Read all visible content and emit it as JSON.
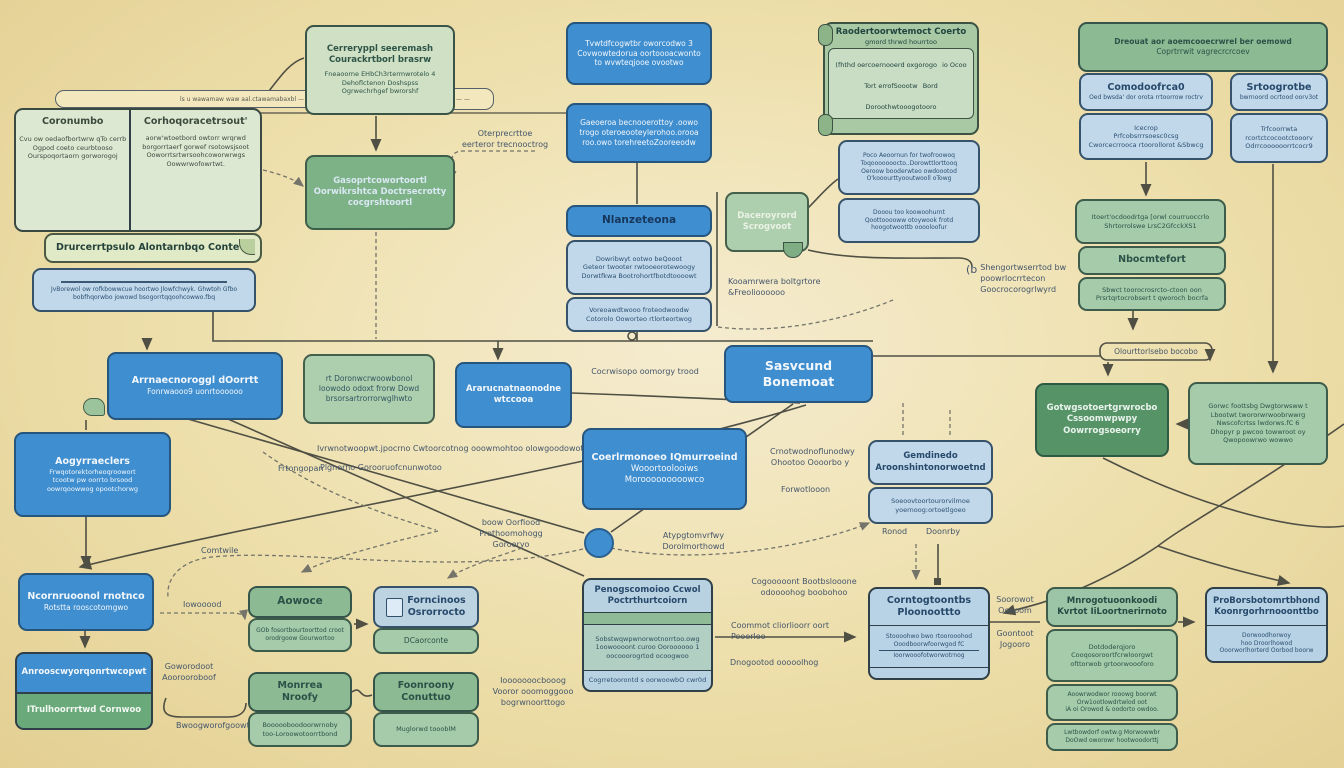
{
  "diagram": {
    "background": "#eee0ad",
    "colors": {
      "blue": "#3f8ed0",
      "light_blue": "#c0d8ea",
      "medium_green": "#7db287",
      "light_green": "#aecfae",
      "pale_green": "#dde8d3",
      "dark_green": "#569468",
      "line": "#4f4f44",
      "label_text": "#44566b"
    },
    "icons": {
      "corner_fold": "corner-fold-icon",
      "scroll_curl": "scroll-curl-icon",
      "document": "document-icon",
      "ribbon_curl": "ribbon-curl-icon",
      "dot": "connector-dot"
    },
    "nodes": {
      "tab_strip": "ls u wawamaw waw aal.ctawamabaxbl —",
      "tab_small": "— —",
      "corona_left": {
        "title": "Coronumbo",
        "body": [
          "Cvu ow oedaofbortwrw qTo cerrb",
          "Ogpod coeto ceurbtooso",
          "Ourspoqortaorn gorworogoj"
        ]
      },
      "corona_right": {
        "title": "Corhoqoracetrsout'",
        "body": [
          "aorw'wtoetbord owtorr wrqrwd",
          "borgorrtaerf gorwef rsotowsjsoot",
          "Ooworrtsrtwrsoohcoworwrwgs",
          "Oowwrwofowrtwt."
        ]
      },
      "ribbon": {
        "title": "Drurcerrtpsulo Alontarnbqo Conte"
      },
      "note": {
        "body": [
          "JvBorewol ow rofkbowwcue hoortwo Jlowfchwyk. Ghwtoh Gfbo",
          "bobfhqorwbo jowowd bsogorrtqqoohcowwo.fbq"
        ]
      },
      "green_a": {
        "title": [
          "Cerreryppl seeremash",
          "Courackrtborl brasrw"
        ],
        "body": [
          "Fneaoorne EHbCh3rtermwrotelo 4",
          "Dehoflctenon Doshspss",
          "Ogrwechrhgef bwrorshf"
        ]
      },
      "green_b": {
        "body": [
          "Gasoprtcowortoortl",
          "Oorwikrshtca Doctrsecrotty",
          "cocgrshtoortl"
        ]
      },
      "blue_1": {
        "body": [
          "Tvwtdfcogwtbr oworcodwo 3",
          "Covwowtedorua oortoooacwonto",
          "to wvwteqjooe ovootwo"
        ]
      },
      "blue_2": {
        "body": [
          "Gaeoeroa becnooerottoy .oowo",
          "trogo oteroeooteylerohoo.orooa",
          "roo.owo torehreetoZooreeodw"
        ]
      },
      "nav_header": {
        "title": "Nlanzeteona"
      },
      "nav_body_1": {
        "body": [
          "Dowribwyt ootwo beQooot",
          "Geteor twooter rwtooeorotewoogy",
          "Dorwtfkwa Bootrohortfbotdtoooowt"
        ]
      },
      "nav_body_2": {
        "body": [
          "Voreoawdtwooo froteodwoodw",
          "Cotorolo Ooworteo rtlorteortwog"
        ]
      },
      "scroll": {
        "title": [
          "Raodertoorwtemoct Coerto",
          "gmord thrwd hourrtoo"
        ],
        "body": [
          "(fhthd oercoernooerd oxgorogo",
          "io  Ocoo Tort errofSoootw",
          "Bord Doroothwtooogotooro"
        ]
      },
      "info_a": {
        "body": [
          "Poco Aeoornun for twofroowoq",
          "Toqooooooocto..Dorowttlorttooq",
          "Oeroow booderwteo owdoootod",
          "O'kooourttyooutwooll oTowg"
        ]
      },
      "info_b": {
        "body": [
          "Dooou too koowoohurnt",
          "Qoottooooww otoywook frotd",
          "hoogotwoottb ooooloofur"
        ]
      },
      "pace": {
        "body": [
          "Daceroyrord",
          "Scrogvoot"
        ]
      },
      "tr_header": {
        "body": [
          "Dreouat aor aoemcooecrwrel ber oemowd",
          "Coprtrrwit vagrecrcrcoev"
        ]
      },
      "tr_left_head": {
        "title": "Comodoofrca0",
        "sub": "Oed bwsda' dor orota rrtoorrow roctrv"
      },
      "tr_left_body": {
        "body": [
          "Icecrop",
          "Prfcobsrrrsoesc0csg",
          "Cworcecrrooca rtoorollorot &Sbwcg"
        ]
      },
      "tr_right_head": {
        "title": "Srtoogrotbe",
        "sub": "bwrnoord ocrtood oorv3ot"
      },
      "tr_right_body": {
        "body": [
          "Trfcoorrwta",
          "rcortctcocootctooorv",
          "Odrrcoooooorrtcocr9"
        ]
      },
      "tr_green_1": {
        "body": [
          "Itoert'ocdoodrtga [orwl courruoccrlo",
          "Shrtorrolswe LrsC2GfcckXS1"
        ]
      },
      "tr_green_2_head": {
        "title": "Nbocmtefort"
      },
      "tr_green_2_body": {
        "body": [
          "Sbwct toorocrosrcto-ctoon oon",
          "Prsrtqrtocrobsert t qworoch bocrfa"
        ]
      },
      "mid_blue_1": {
        "body": [
          "Arrnaecnoroggl dOorrtt",
          "Fonrwaooo9 uonrtoooooo"
        ]
      },
      "mid_green": {
        "body": [
          "rt Doronwcrwoowbonol",
          "loowodo odoxt frorw Dowd",
          "brsorsartrorrorwglhwto"
        ]
      },
      "mid_blue_2": {
        "body": [
          "Ararucnatnaonodne",
          "wtccooa"
        ]
      },
      "sozvound": {
        "title": "Sasvcund Bonemoat"
      },
      "coerl": {
        "body": [
          "Coerlrmonoeo IQmurroeind",
          "Wooortoolooiws",
          "Morooooooooowco"
        ]
      },
      "left_blue": {
        "body": [
          "Aogyrraeclers",
          "Frwqotorektorheoqroowort",
          "tcootw pw oorrto brsood",
          "oowrqoowwog opootchorwg"
        ]
      },
      "gemd": {
        "title": [
          "Gemdinedo",
          "Aroonshintonorwoetnd"
        ],
        "body": [
          "Soeoovtoortourorvilmoe",
          "yoernoog:ortoetlgoeo"
        ]
      },
      "dark_green": {
        "body": [
          "Gotwgsotoertgrwrocbo",
          "Cssoomwpwpy",
          "Oowrrogsoeorry"
        ]
      },
      "right_green": {
        "body": [
          "Gorwc foottsbg Dwgtorwsww t",
          "Lbootwt twororwrwoobrwwrg",
          "Nwscofcrtss lwdorws.fC 6",
          "Dhopyr p pwcoo towwroot oy",
          "Qwopoowrwo wowwo"
        ]
      },
      "ncorn": {
        "body": [
          "Ncornruoonol rnotnco",
          "Rotstta rooscotomgwo"
        ]
      },
      "anroo": {
        "top": "Anrooscwyorqonrtwcopwt",
        "bottom": "ITrulhoorrrtwd Cornwoo"
      },
      "aowoce": {
        "title": "Aowoce",
        "body": [
          "GOb fosortbourtoorttod croot",
          "orodrgoow Gourwortoo"
        ]
      },
      "ftjb": {
        "title": [
          "Forncinoos",
          "Osrorrocto"
        ],
        "body": "DCaorconte"
      },
      "monna": {
        "title": [
          "Monrrea",
          "Nroofy"
        ],
        "body": [
          "Boooooboodoorwrnoby",
          "too-Loroowotoorrtbond"
        ]
      },
      "foon": {
        "title": [
          "Foonroony",
          "Conuttuo"
        ],
        "body": "Muglorwd toooblM"
      },
      "penog": {
        "title": [
          "Penogscomoioo Ccwol",
          "Poctrthurtcoiorn"
        ],
        "body": [
          "Sobstwqwpwnorwotnorrtoo.owg",
          "1oowoooont curoo Ooroooooo 1",
          "oocooorogrtod ocoogwoo"
        ],
        "footer": "Cogrretoorontd s oorwoowbO cwr0d"
      },
      "comtog": {
        "title": [
          "Corntogtoontbs",
          "Ploonoottto"
        ],
        "body": [
          "Stoooohwo bwo rtoorooohod",
          "Ooodboorwfoorwgod fC",
          "Ioorwooofotworwotrnog"
        ]
      },
      "mnrog": {
        "title": [
          "Mnrogotuoonkoodi",
          "Kvrtot IiLoortnerirnoto"
        ],
        "body1": [
          "Dotdoderqjoro",
          "Cooqosoroortfcrwloorgwt",
          "ofttorwob grtoorwoooforo"
        ],
        "body2": [
          "Aoowrwodwor rooowg boorwt",
          "Orw1ootlowdrtwlod oot",
          "iA oi Orowod & oodorto owdoo."
        ],
        "body3": [
          "Lwtbowdorf owtw.g Morwowwbr",
          "DoOwd oworowr hootwoodorttj"
        ]
      },
      "prob": {
        "title": [
          "ProBorsbotomrtbhond",
          "Koonrgorhrnooonttbo"
        ],
        "body": [
          "Dorwoodhorwoy",
          "hoo Droorlhowod",
          "Ooorworlhorterd Oorbod boorw"
        ]
      }
    },
    "labels": {
      "chep": [
        "Oterprecrttoe",
        "eerteror trecnooctrog"
      ],
      "koo": "Kooamrwera boltgrtore &Freolioooooo",
      "sheng_brace": "(b",
      "sheng": [
        "Shengortwserrtod bw",
        "poowrlocrrtecon",
        "Goocrocorogrlwyrd"
      ],
      "olour": "Olourttorlsebo bocobo",
      "ivomo": "Ivrwnotwoopwt.jpocrno Cwtoorcotnog ooowmohtoo olowgoodowot",
      "fron": "Frtongopan",
      "plg": "Plgnorno Gorooruofcnunwotoo",
      "cowr": "Cocrwisopo oomorgy trood",
      "cmot": [
        "Crnotwodnoflunodwy",
        "Ohootoo Oooorbo y"
      ],
      "forw": "Forwotlooon",
      "boow": [
        "boow Oorfiood Prothoomohogg",
        "Gorooryo"
      ],
      "atyp": "Atypgtomvrfwy Dorolmorthowd",
      "como": "Comtwile",
      "iowo": "Iowooood",
      "gowo": [
        "Goworodoot",
        "Aoorooroboof"
      ],
      "bwoo": "Bwoogworofgoowt",
      "iooo": [
        "Iooooooocbooog",
        "Vooror ooomoggooo",
        "bogrwnoorttogo"
      ],
      "cogo": [
        "Cogooooont Bootbslooone",
        "odoooohog boobohoo"
      ],
      "coom": "Coommot cliorlioorr oort Pooorloo",
      "dnog": "Dnogootod ooooolhog",
      "ronod": "Ronod",
      "doonr": "Doonrby",
      "soor": [
        "Soorowot",
        "Ooooom"
      ],
      "goon": [
        "Goontoot",
        "Jogooro"
      ]
    }
  }
}
